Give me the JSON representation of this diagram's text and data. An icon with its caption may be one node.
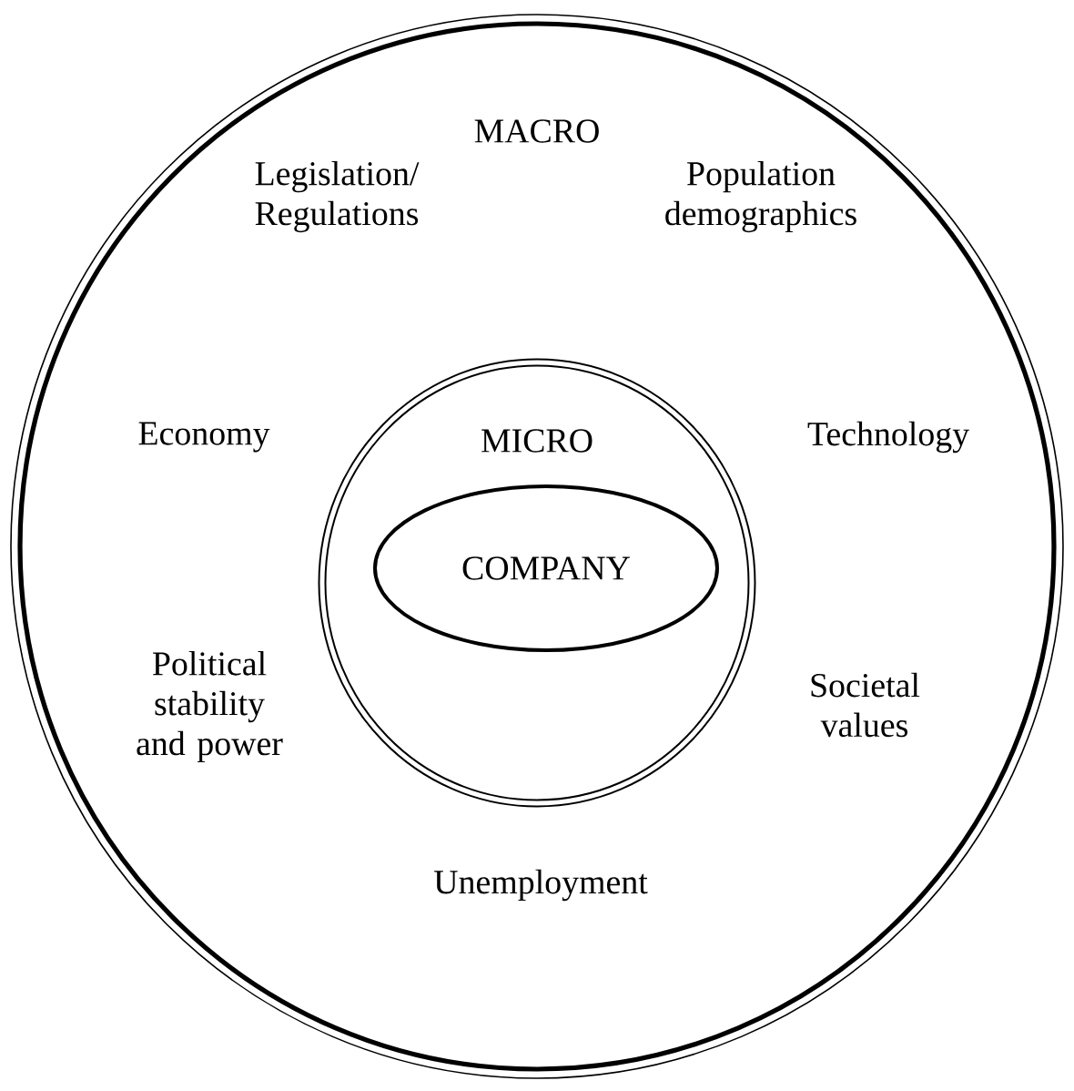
{
  "diagram": {
    "nodes": [
      {
        "text": [
          "MACRO"
        ]
      },
      {
        "text": [
          "MICRO"
        ],
        "in": 0
      },
      {
        "text": [
          "COMPANY"
        ],
        "in": 1
      }
    ],
    "labels": [
      "Legislation/ Regulations",
      "Population demographics",
      "Economy",
      "Technology",
      "Political stability and power",
      "Societal values",
      "Unemployment"
    ]
  }
}
